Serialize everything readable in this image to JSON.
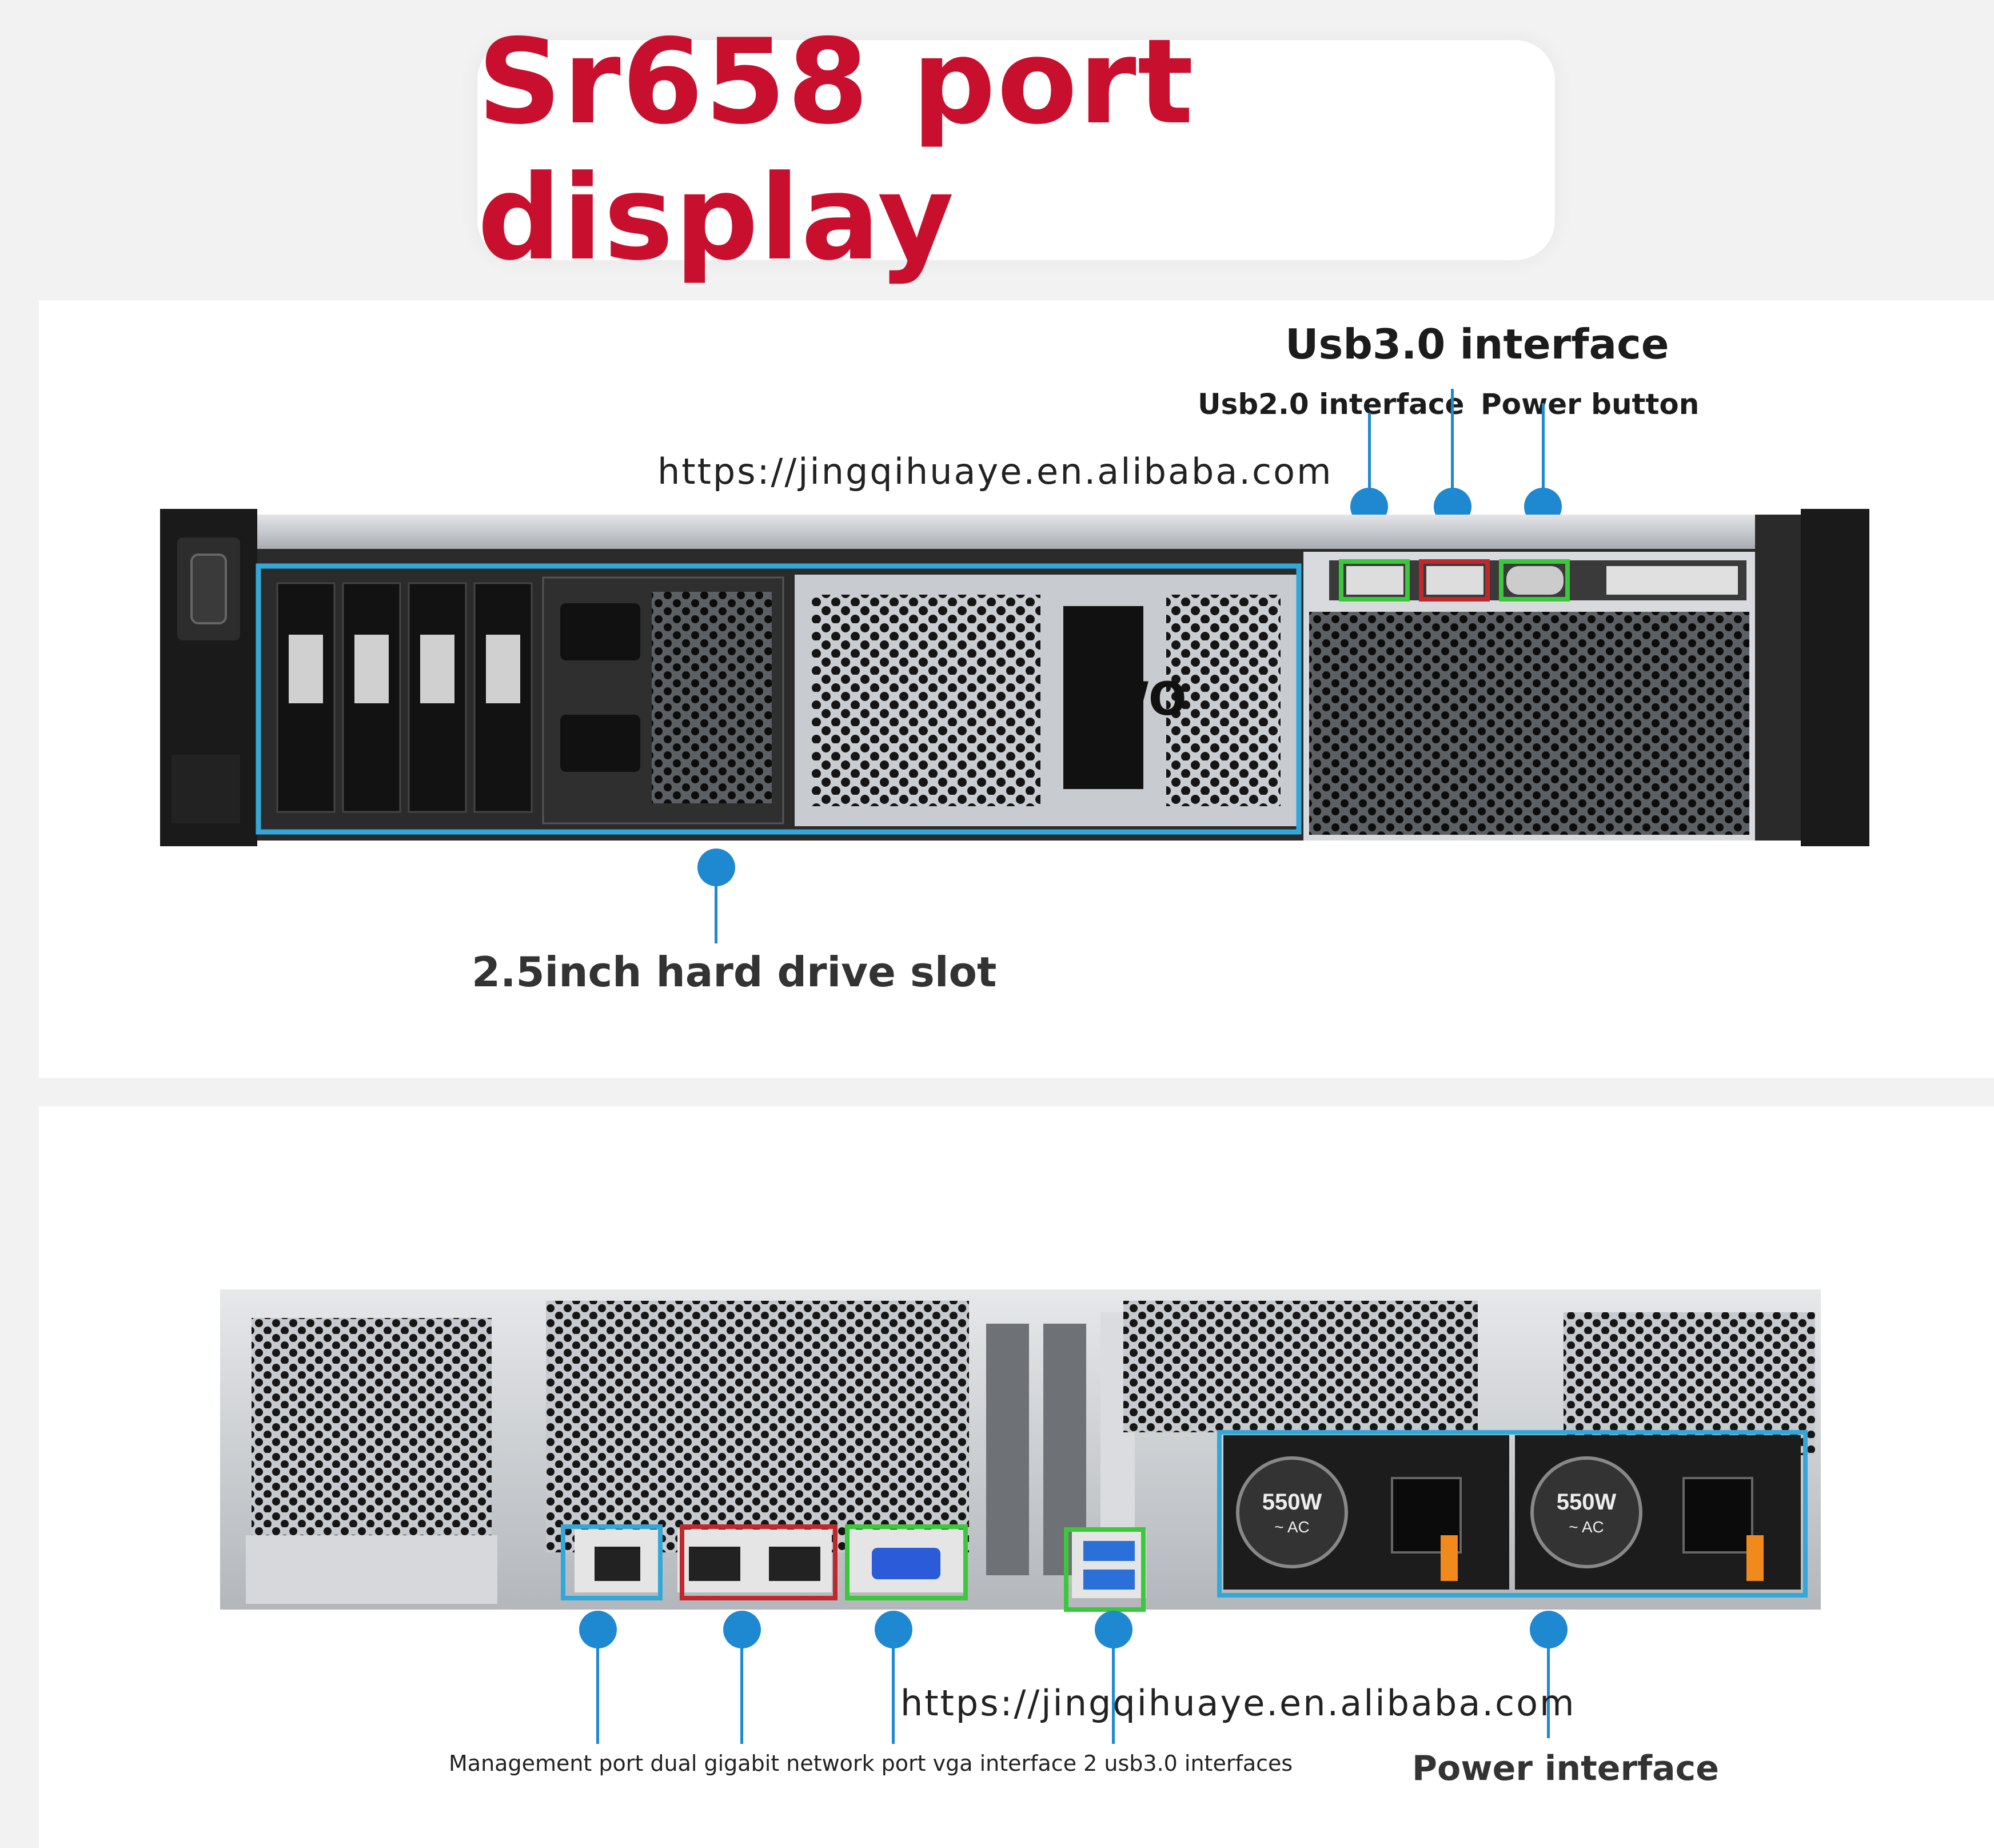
{
  "title": "Sr658 port display",
  "front": {
    "usb30_label": "Usb3.0 interface",
    "usb20_label": "Usb2.0 interface",
    "power_button_label": "Power button",
    "watermark_url": "https://jingqihuaye.en.alibaba.com",
    "drive_slot_label": "2.5inch hard drive slot",
    "bay_overlay_text": "Two"
  },
  "rear": {
    "watermark_url": "https://jingqihuaye.en.alibaba.com",
    "ports_caption": "Management port dual gigabit network port vga interface 2 usb3.0 interfaces",
    "power_interface_label": "Power interface",
    "psu_rating": "550W",
    "psu_ac": "~ AC"
  },
  "colors": {
    "title_red": "#c8102e",
    "callout_blue": "#1e88d0",
    "highlight_cyan": "#33a8d8",
    "highlight_green": "#3cc83c",
    "highlight_red": "#c0282e"
  }
}
